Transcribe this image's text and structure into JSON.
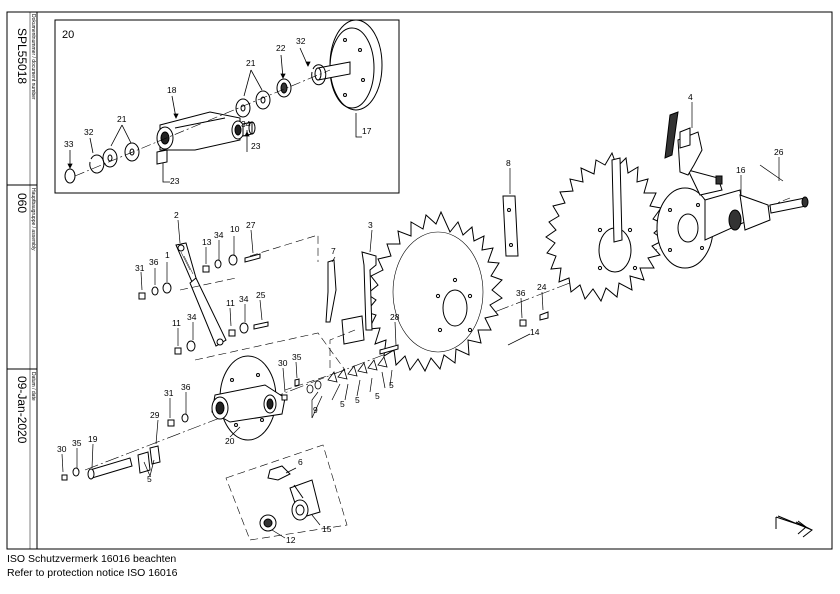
{
  "sidebar": {
    "document_label": "Dokumentnummer / document number",
    "document_number": "SPL55018",
    "assembly_label": "Hauptbaugruppe / assembly",
    "assembly_number": "060",
    "date_label": "Datum / date",
    "date": "09-Jan-2020"
  },
  "footer": {
    "line1": "ISO Schutzvermerk 16016 beachten",
    "line2": "Refer to protection notice ISO 16016"
  },
  "callouts": {
    "inset_title": "20",
    "n32a": "32",
    "n22": "22",
    "n21a": "21",
    "n18": "18",
    "n34i": "34",
    "n21b": "21",
    "n32b": "32",
    "n33": "33",
    "n23a": "23",
    "n23b": "23",
    "n17": "17",
    "n2": "2",
    "n13": "13",
    "n34a": "34",
    "n10": "10",
    "n27": "27",
    "n31a": "31",
    "n36a": "36",
    "n1": "1",
    "n11a": "11",
    "n34b": "34",
    "n25": "25",
    "n11b": "11",
    "n34c": "34",
    "n3": "3",
    "n7": "7",
    "n8": "8",
    "n4": "4",
    "n16": "16",
    "n26": "26",
    "n36b": "36",
    "n24": "24",
    "n28": "28",
    "n14": "14",
    "n30a": "30",
    "n35a": "35",
    "n31b": "31",
    "n36c": "36",
    "n5a": "5",
    "n5b": "5",
    "n5c": "5",
    "n5d": "5",
    "n9": "9",
    "n29": "29",
    "n20": "20",
    "n30b": "30",
    "n35b": "35",
    "n19": "19",
    "n5e": "5",
    "n6": "6",
    "n15": "15",
    "n12": "12"
  }
}
